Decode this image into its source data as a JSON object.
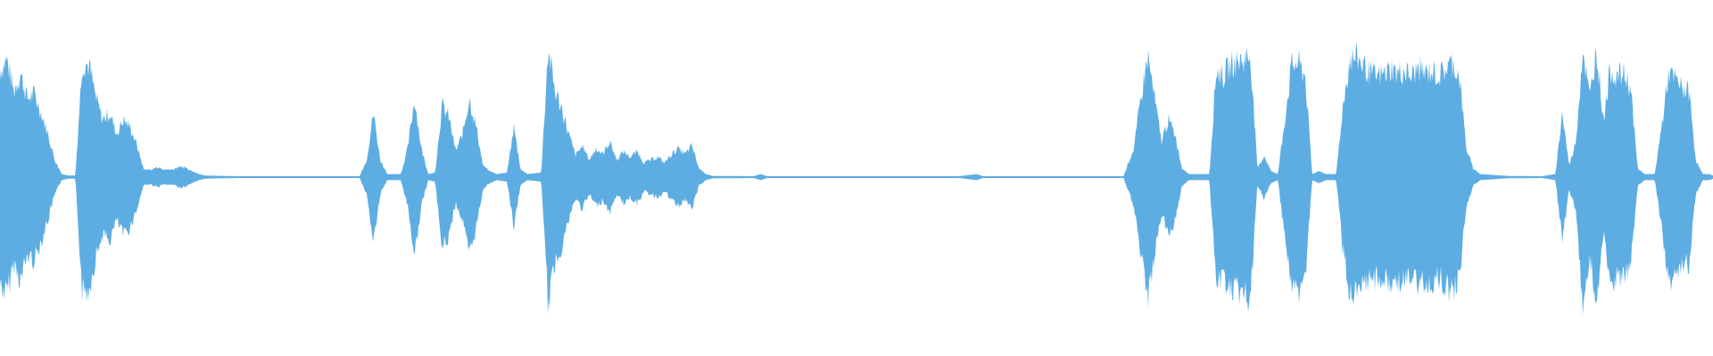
{
  "waveform": {
    "color": "#5DADE2",
    "duration_hint": "unlabeled",
    "envelope": [
      [
        0.0,
        0.75
      ],
      [
        0.004,
        0.82
      ],
      [
        0.008,
        0.6
      ],
      [
        0.012,
        0.72
      ],
      [
        0.016,
        0.55
      ],
      [
        0.02,
        0.58
      ],
      [
        0.024,
        0.45
      ],
      [
        0.028,
        0.3
      ],
      [
        0.032,
        0.12
      ],
      [
        0.036,
        0.02
      ],
      [
        0.04,
        0.01
      ],
      [
        0.044,
        0.01
      ],
      [
        0.048,
        0.8
      ],
      [
        0.052,
        0.78
      ],
      [
        0.056,
        0.55
      ],
      [
        0.06,
        0.4
      ],
      [
        0.064,
        0.45
      ],
      [
        0.068,
        0.3
      ],
      [
        0.072,
        0.4
      ],
      [
        0.076,
        0.35
      ],
      [
        0.08,
        0.22
      ],
      [
        0.084,
        0.05
      ],
      [
        0.088,
        0.05
      ],
      [
        0.092,
        0.07
      ],
      [
        0.096,
        0.05
      ],
      [
        0.1,
        0.05
      ],
      [
        0.104,
        0.07
      ],
      [
        0.108,
        0.07
      ],
      [
        0.112,
        0.04
      ],
      [
        0.116,
        0.02
      ],
      [
        0.12,
        0.01
      ],
      [
        0.14,
        0.006
      ],
      [
        0.16,
        0.006
      ],
      [
        0.18,
        0.006
      ],
      [
        0.2,
        0.006
      ],
      [
        0.21,
        0.006
      ],
      [
        0.214,
        0.12
      ],
      [
        0.218,
        0.45
      ],
      [
        0.222,
        0.12
      ],
      [
        0.226,
        0.02
      ],
      [
        0.234,
        0.02
      ],
      [
        0.238,
        0.2
      ],
      [
        0.242,
        0.55
      ],
      [
        0.246,
        0.2
      ],
      [
        0.25,
        0.02
      ],
      [
        0.254,
        0.03
      ],
      [
        0.258,
        0.5
      ],
      [
        0.262,
        0.42
      ],
      [
        0.266,
        0.18
      ],
      [
        0.27,
        0.3
      ],
      [
        0.274,
        0.55
      ],
      [
        0.278,
        0.35
      ],
      [
        0.282,
        0.08
      ],
      [
        0.286,
        0.04
      ],
      [
        0.29,
        0.02
      ],
      [
        0.296,
        0.03
      ],
      [
        0.3,
        0.35
      ],
      [
        0.304,
        0.05
      ],
      [
        0.308,
        0.02
      ],
      [
        0.316,
        0.03
      ],
      [
        0.32,
        0.9
      ],
      [
        0.324,
        0.6
      ],
      [
        0.328,
        0.48
      ],
      [
        0.332,
        0.3
      ],
      [
        0.336,
        0.15
      ],
      [
        0.34,
        0.22
      ],
      [
        0.344,
        0.12
      ],
      [
        0.348,
        0.2
      ],
      [
        0.352,
        0.16
      ],
      [
        0.356,
        0.25
      ],
      [
        0.36,
        0.12
      ],
      [
        0.364,
        0.18
      ],
      [
        0.368,
        0.14
      ],
      [
        0.372,
        0.18
      ],
      [
        0.376,
        0.1
      ],
      [
        0.38,
        0.12
      ],
      [
        0.384,
        0.14
      ],
      [
        0.388,
        0.1
      ],
      [
        0.392,
        0.16
      ],
      [
        0.396,
        0.2
      ],
      [
        0.4,
        0.16
      ],
      [
        0.404,
        0.22
      ],
      [
        0.408,
        0.06
      ],
      [
        0.412,
        0.02
      ],
      [
        0.416,
        0.008
      ],
      [
        0.44,
        0.006
      ],
      [
        0.444,
        0.02
      ],
      [
        0.448,
        0.006
      ],
      [
        0.48,
        0.006
      ],
      [
        0.52,
        0.006
      ],
      [
        0.56,
        0.006
      ],
      [
        0.57,
        0.02
      ],
      [
        0.574,
        0.006
      ],
      [
        0.62,
        0.006
      ],
      [
        0.656,
        0.006
      ],
      [
        0.658,
        0.08
      ],
      [
        0.662,
        0.2
      ],
      [
        0.666,
        0.55
      ],
      [
        0.67,
        0.85
      ],
      [
        0.674,
        0.55
      ],
      [
        0.678,
        0.25
      ],
      [
        0.682,
        0.4
      ],
      [
        0.686,
        0.3
      ],
      [
        0.69,
        0.06
      ],
      [
        0.694,
        0.02
      ],
      [
        0.7,
        0.02
      ],
      [
        0.706,
        0.02
      ],
      [
        0.71,
        0.75
      ],
      [
        0.714,
        0.7
      ],
      [
        0.718,
        0.78
      ],
      [
        0.722,
        0.8
      ],
      [
        0.726,
        0.82
      ],
      [
        0.73,
        0.85
      ],
      [
        0.734,
        0.06
      ],
      [
        0.738,
        0.15
      ],
      [
        0.742,
        0.04
      ],
      [
        0.746,
        0.02
      ],
      [
        0.75,
        0.4
      ],
      [
        0.754,
        0.78
      ],
      [
        0.758,
        0.8
      ],
      [
        0.762,
        0.7
      ],
      [
        0.766,
        0.02
      ],
      [
        0.77,
        0.04
      ],
      [
        0.774,
        0.02
      ],
      [
        0.78,
        0.02
      ],
      [
        0.784,
        0.5
      ],
      [
        0.788,
        0.82
      ],
      [
        0.792,
        0.84
      ],
      [
        0.796,
        0.78
      ],
      [
        0.8,
        0.72
      ],
      [
        0.804,
        0.7
      ],
      [
        0.808,
        0.72
      ],
      [
        0.812,
        0.76
      ],
      [
        0.816,
        0.72
      ],
      [
        0.82,
        0.74
      ],
      [
        0.824,
        0.7
      ],
      [
        0.828,
        0.76
      ],
      [
        0.832,
        0.72
      ],
      [
        0.836,
        0.74
      ],
      [
        0.84,
        0.7
      ],
      [
        0.844,
        0.76
      ],
      [
        0.848,
        0.8
      ],
      [
        0.852,
        0.7
      ],
      [
        0.856,
        0.2
      ],
      [
        0.86,
        0.06
      ],
      [
        0.864,
        0.02
      ],
      [
        0.88,
        0.008
      ],
      [
        0.9,
        0.006
      ],
      [
        0.908,
        0.02
      ],
      [
        0.912,
        0.45
      ],
      [
        0.916,
        0.08
      ],
      [
        0.92,
        0.25
      ],
      [
        0.924,
        0.9
      ],
      [
        0.928,
        0.55
      ],
      [
        0.932,
        0.9
      ],
      [
        0.936,
        0.4
      ],
      [
        0.94,
        0.75
      ],
      [
        0.944,
        0.7
      ],
      [
        0.948,
        0.72
      ],
      [
        0.952,
        0.62
      ],
      [
        0.956,
        0.06
      ],
      [
        0.96,
        0.02
      ],
      [
        0.966,
        0.02
      ],
      [
        0.97,
        0.35
      ],
      [
        0.974,
        0.72
      ],
      [
        0.978,
        0.68
      ],
      [
        0.982,
        0.62
      ],
      [
        0.986,
        0.6
      ],
      [
        0.99,
        0.12
      ],
      [
        0.994,
        0.02
      ],
      [
        0.998,
        0.02
      ],
      [
        1.0,
        0.01
      ]
    ]
  }
}
